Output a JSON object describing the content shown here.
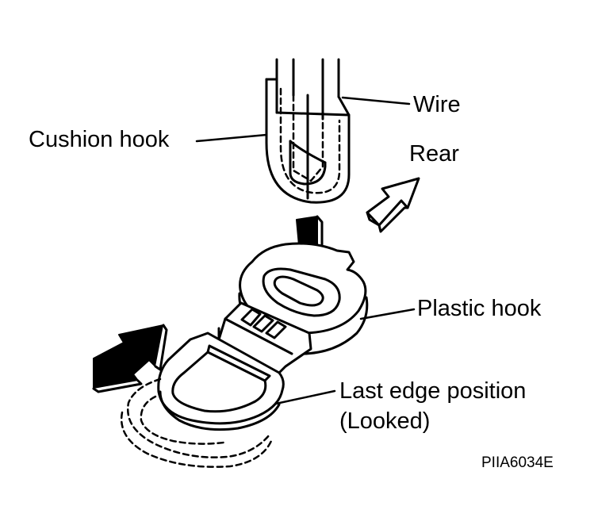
{
  "labels": {
    "wire": "Wire",
    "cushion_hook": "Cushion hook",
    "rear": "Rear",
    "plastic_hook": "Plastic hook",
    "last_edge_line1": "Last edge position",
    "last_edge_line2": "(Looked)"
  },
  "figure_code": "PIIA6034E",
  "colors": {
    "ink": "#000000",
    "paper": "#ffffff"
  }
}
